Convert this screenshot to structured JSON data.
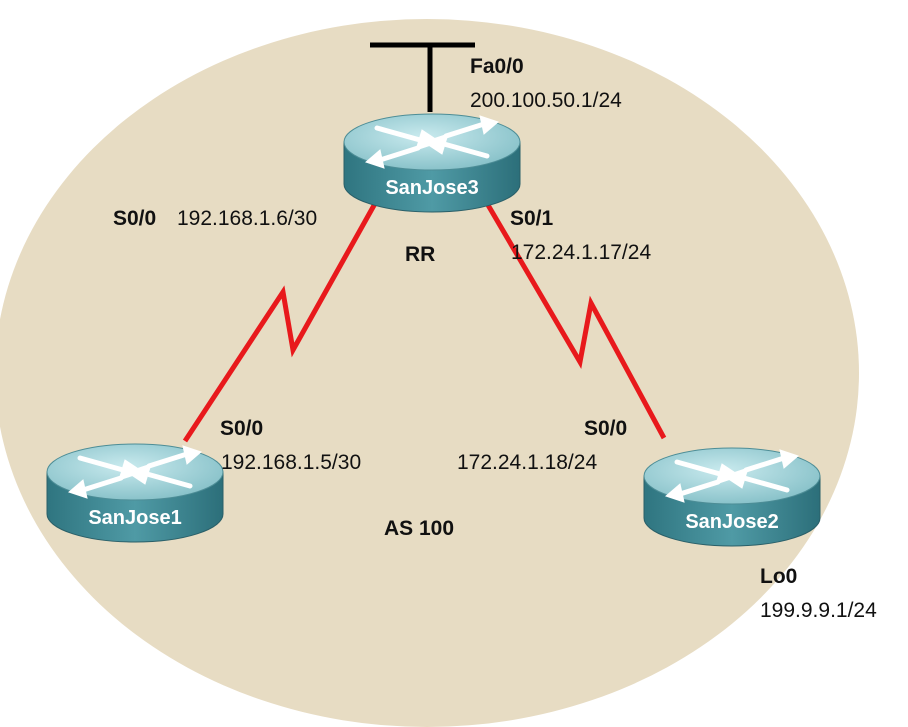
{
  "colors": {
    "as_region": "#e7dcc3",
    "serial_link": "#e8191c",
    "lan_segment": "#000000",
    "router_body": "#3f8a95",
    "router_top": "#9fd0d6",
    "router_label": "#ffffff"
  },
  "routers": {
    "sanjose3": {
      "name": "SanJose3",
      "role": "RR"
    },
    "sanjose1": {
      "name": "SanJose1"
    },
    "sanjose2": {
      "name": "SanJose2"
    }
  },
  "interfaces": {
    "sj3_fa00": {
      "name": "Fa0/0",
      "ip": "200.100.50.1/24"
    },
    "sj3_s00": {
      "name": "S0/0",
      "ip": "192.168.1.6/30"
    },
    "sj3_s01": {
      "name": "S0/1",
      "ip": "172.24.1.17/24"
    },
    "sj1_s00": {
      "name": "S0/0",
      "ip": "192.168.1.5/30"
    },
    "sj2_s00": {
      "name": "S0/0",
      "ip": "172.24.1.18/24"
    },
    "sj2_lo0": {
      "name": "Lo0",
      "ip": "199.9.9.1/24"
    }
  },
  "as_label": "AS 100"
}
